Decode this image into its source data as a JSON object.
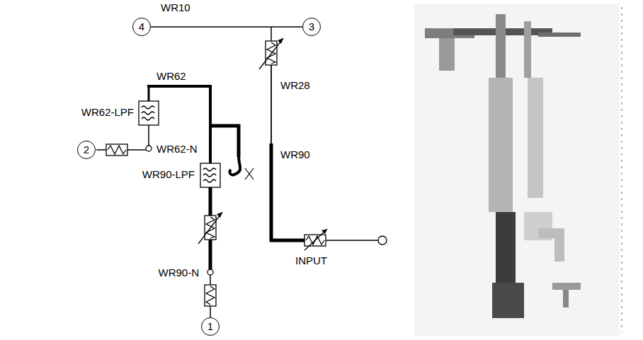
{
  "diagram": {
    "nodes": [
      {
        "text": [
          "4"
        ]
      },
      {
        "text": [
          "3"
        ]
      },
      {
        "text": [
          "2"
        ]
      },
      {
        "text": [
          "1"
        ]
      }
    ],
    "edges": [
      {
        "from": 0,
        "to": 1,
        "arrow": "none"
      }
    ],
    "labels": [
      "WR10",
      "WR62",
      "WR62-LPF",
      "WR28",
      "WR62-N",
      "WR90",
      "WR90-LPF",
      "INPUT",
      "WR90-N"
    ]
  }
}
